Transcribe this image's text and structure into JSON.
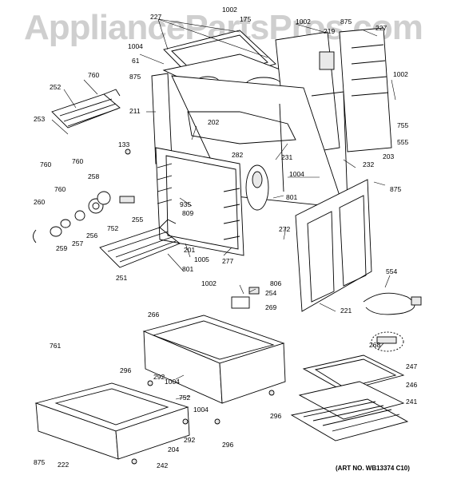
{
  "watermark": "AppliancePartsPros.com",
  "art_number": "(ART NO. WB13374 C10)",
  "callouts": [
    {
      "id": "c1002a",
      "text": "1002"
    },
    {
      "id": "c175",
      "text": "175"
    },
    {
      "id": "c227a",
      "text": "227"
    },
    {
      "id": "c1002b",
      "text": "1002"
    },
    {
      "id": "c875a",
      "text": "875"
    },
    {
      "id": "c219",
      "text": "219"
    },
    {
      "id": "c227b",
      "text": "227"
    },
    {
      "id": "c1004a",
      "text": "1004"
    },
    {
      "id": "c61",
      "text": "61"
    },
    {
      "id": "c875b",
      "text": "875"
    },
    {
      "id": "c760a",
      "text": "760"
    },
    {
      "id": "c252",
      "text": "252"
    },
    {
      "id": "c211",
      "text": "211"
    },
    {
      "id": "c1002c",
      "text": "1002"
    },
    {
      "id": "c755",
      "text": "755"
    },
    {
      "id": "c253",
      "text": "253"
    },
    {
      "id": "c202",
      "text": "202"
    },
    {
      "id": "c555",
      "text": "555"
    },
    {
      "id": "c133",
      "text": "133"
    },
    {
      "id": "c760b",
      "text": "760"
    },
    {
      "id": "c760c",
      "text": "760"
    },
    {
      "id": "c231",
      "text": "231"
    },
    {
      "id": "c203",
      "text": "203"
    },
    {
      "id": "c282",
      "text": "282"
    },
    {
      "id": "c232",
      "text": "232"
    },
    {
      "id": "c1004b",
      "text": "1004"
    },
    {
      "id": "c258",
      "text": "258"
    },
    {
      "id": "c875c",
      "text": "875"
    },
    {
      "id": "c760d",
      "text": "760"
    },
    {
      "id": "c801a",
      "text": "801"
    },
    {
      "id": "c260",
      "text": "260"
    },
    {
      "id": "c935",
      "text": "935"
    },
    {
      "id": "c809",
      "text": "809"
    },
    {
      "id": "c255",
      "text": "255"
    },
    {
      "id": "c272",
      "text": "272"
    },
    {
      "id": "c752a",
      "text": "752"
    },
    {
      "id": "c259",
      "text": "259"
    },
    {
      "id": "c257",
      "text": "257"
    },
    {
      "id": "c256",
      "text": "256"
    },
    {
      "id": "c201",
      "text": "201"
    },
    {
      "id": "c1005",
      "text": "1005"
    },
    {
      "id": "c277",
      "text": "277"
    },
    {
      "id": "c801b",
      "text": "801"
    },
    {
      "id": "c251",
      "text": "251"
    },
    {
      "id": "c554",
      "text": "554"
    },
    {
      "id": "c1002d",
      "text": "1002"
    },
    {
      "id": "c806",
      "text": "806"
    },
    {
      "id": "c254",
      "text": "254"
    },
    {
      "id": "c269",
      "text": "269"
    },
    {
      "id": "c221",
      "text": "221"
    },
    {
      "id": "c266",
      "text": "266"
    },
    {
      "id": "c268",
      "text": "268"
    },
    {
      "id": "c761",
      "text": "761"
    },
    {
      "id": "c296a",
      "text": "296"
    },
    {
      "id": "c292a",
      "text": "292"
    },
    {
      "id": "c1004c",
      "text": "1004"
    },
    {
      "id": "c247",
      "text": "247"
    },
    {
      "id": "c246",
      "text": "246"
    },
    {
      "id": "c752b",
      "text": "752"
    },
    {
      "id": "c1004d",
      "text": "1004"
    },
    {
      "id": "c296b",
      "text": "296"
    },
    {
      "id": "c241",
      "text": "241"
    },
    {
      "id": "c292b",
      "text": "292"
    },
    {
      "id": "c204",
      "text": "204"
    },
    {
      "id": "c296c",
      "text": "296"
    },
    {
      "id": "c875d",
      "text": "875"
    },
    {
      "id": "c222",
      "text": "222"
    },
    {
      "id": "c242",
      "text": "242"
    }
  ]
}
